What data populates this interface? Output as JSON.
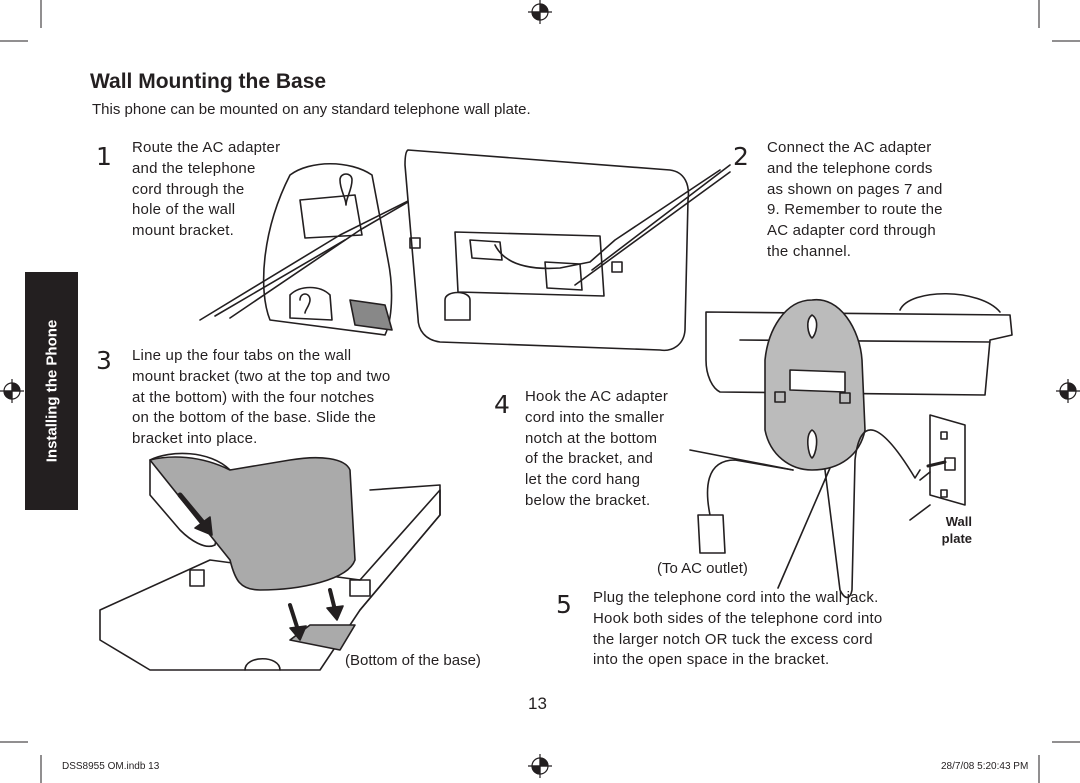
{
  "title": "Wall Mounting the Base",
  "intro": "This phone can be mounted on any standard telephone wall plate.",
  "side_tab": "Installing the Phone",
  "steps": [
    {
      "number": "1",
      "text": "Route the AC adapter\nand the telephone\ncord through the\nhole of the wall\nmount bracket."
    },
    {
      "number": "2",
      "text": "Connect the AC adapter\nand the telephone cords\nas shown on pages 7 and\n9. Remember to route the\nAC adapter cord through\nthe channel."
    },
    {
      "number": "3",
      "text": "Line up the four tabs on the wall\nmount bracket (two at the top and two\nat the bottom) with the four notches\non the bottom of the base. Slide the\nbracket into place."
    },
    {
      "number": "4",
      "text": "Hook the AC adapter\ncord into the smaller\nnotch at the bottom\nof the bracket, and\nlet the cord hang\nbelow the bracket."
    },
    {
      "number": "5",
      "text": "Plug the telephone cord into the wall jack.\nHook both sides of the telephone cord into\nthe larger notch OR tuck the excess cord\ninto the open space in the bracket."
    }
  ],
  "captions": {
    "bottom_of_base": "(Bottom of the base)",
    "to_ac_outlet": "(To AC outlet)",
    "wall_plate": "Wall\nplate"
  },
  "page_number": "13",
  "footer": {
    "file": "DSS8955 OM.indb   13",
    "timestamp": "28/7/08   5:20:43 PM"
  },
  "icons": [
    "registration-mark-icon",
    "crop-mark-icon"
  ]
}
